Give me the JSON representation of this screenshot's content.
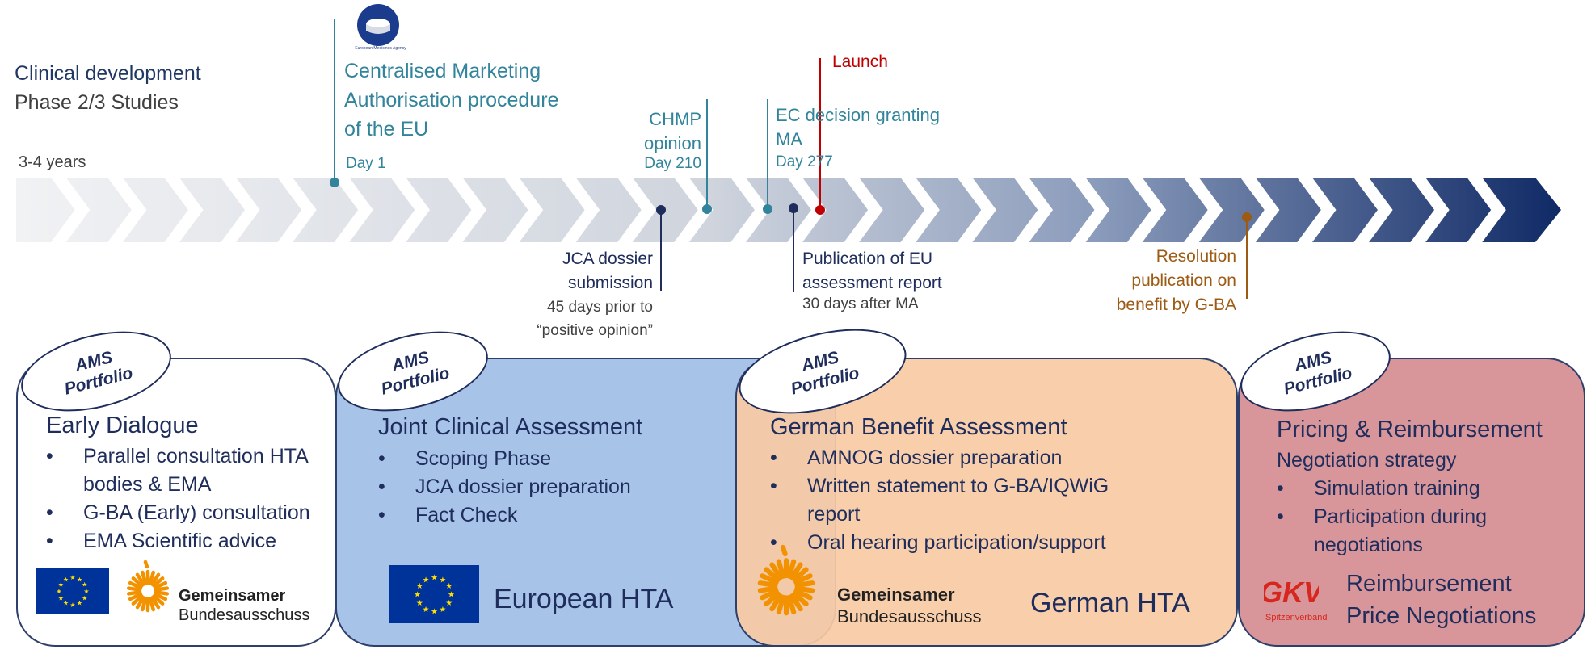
{
  "colors": {
    "navy": "#1f2d5c",
    "teal": "#31849b",
    "red": "#c00000",
    "brown": "#9c5a12",
    "box_white": "#ffffff",
    "box_blue": "#a7c3e8",
    "box_orange": "#f8cba4",
    "box_red": "#d9969a",
    "eu_blue": "#003399",
    "eu_yellow": "#ffdd00",
    "gba_orange": "#f39200",
    "gkv_red": "#d7261d"
  },
  "logos": {
    "ema": "European Medicines Agency",
    "gba_line1": "Gemeinsamer",
    "gba_line2": "Bundesausschuss",
    "gkv": "GKV",
    "gkv_sub": "Spitzenverband"
  },
  "header": {
    "clinical_title": "Clinical development",
    "clinical_sub": "Phase 2/3 Studies",
    "duration": "3-4 years",
    "cmap_title": "Centralised Marketing\nAuthorisation procedure\n of the EU",
    "cmap_day": "Day 1",
    "chmp_title": "CHMP\nopinion",
    "chmp_day": "Day 210",
    "ec_title": "EC decision granting\nMA",
    "ec_day": "Day 277",
    "launch": "Launch"
  },
  "below_timeline": {
    "jca_title": "JCA dossier\nsubmission",
    "jca_note": "45 days prior to\n“positive opinion”",
    "pub_title": "Publication of EU\nassessment report",
    "pub_note": "30 days after MA",
    "resolution": "Resolution\npublication on\nbenefit by G-BA"
  },
  "portfolio_label": "AMS\nPortfolio",
  "boxes": {
    "early": {
      "title": "Early Dialogue",
      "items": [
        "Parallel consultation HTA bodies & EMA",
        "G-BA (Early) consultation",
        "EMA Scientific advice"
      ]
    },
    "jca": {
      "title": "Joint Clinical Assessment",
      "items": [
        "Scoping Phase",
        "JCA dossier preparation",
        "Fact Check"
      ],
      "footer": "European HTA"
    },
    "german": {
      "title": "German Benefit Assessment",
      "items": [
        "AMNOG dossier preparation",
        "Written statement to G-BA/IQWiG report",
        "Oral hearing participation/support"
      ],
      "footer": "German HTA"
    },
    "pricing": {
      "title": "Pricing  & Reimbursement",
      "subtitle": "Negotiation strategy",
      "items": [
        "Simulation training",
        "Participation during negotiations"
      ],
      "footer": "Reimbursement\nPrice Negotiations"
    }
  }
}
